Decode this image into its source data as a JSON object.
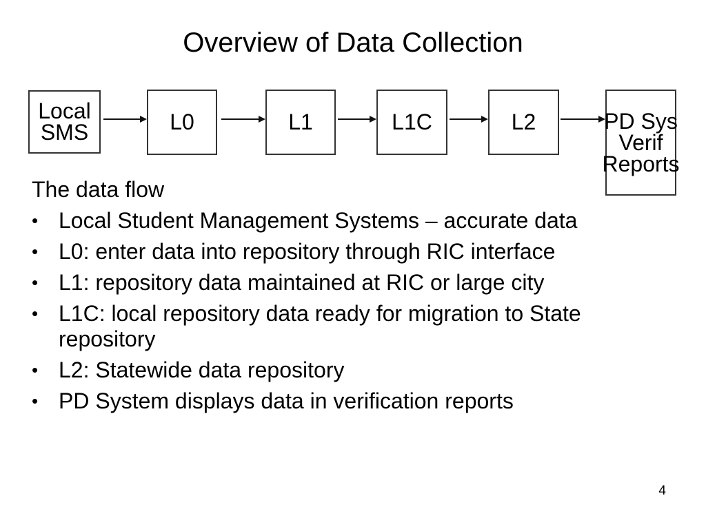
{
  "slide": {
    "title": "Overview of Data Collection",
    "page_number": "4"
  },
  "diagram": {
    "nodes": [
      {
        "id": "local-sms",
        "label": "Local\nSMS"
      },
      {
        "id": "l0",
        "label": "L0"
      },
      {
        "id": "l1",
        "label": "L1"
      },
      {
        "id": "l1c",
        "label": "L1C"
      },
      {
        "id": "l2",
        "label": "L2"
      },
      {
        "id": "pd-sys",
        "label": "PD Sys\nVerif\nReports"
      }
    ],
    "arrow_color": "#111111",
    "box_border_color": "#333333"
  },
  "content": {
    "lead": "The data flow",
    "bullet_marker": "•",
    "bullets": [
      "Local Student Management Systems – accurate data",
      "L0: enter data into repository through RIC interface",
      "L1: repository data maintained at RIC or large city",
      "L1C: local repository data ready for migration to State repository",
      "L2: Statewide data repository",
      "PD System displays data in verification reports"
    ]
  }
}
